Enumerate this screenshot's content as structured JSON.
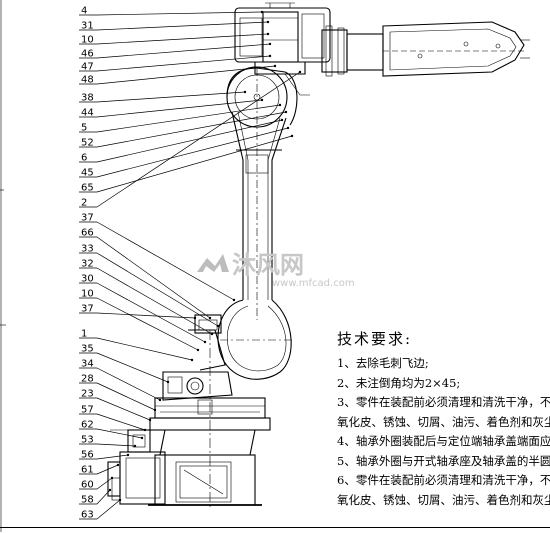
{
  "callouts": [
    "4",
    "31",
    "10",
    "46",
    "47",
    "48",
    "38",
    "44",
    "5",
    "52",
    "6",
    "45",
    "65",
    "2",
    "37",
    "66",
    "33",
    "32",
    "30",
    "10",
    "37",
    "1",
    "35",
    "34",
    "28",
    "23",
    "57",
    "62",
    "53",
    "56",
    "61",
    "60",
    "58",
    "63"
  ],
  "watermark": {
    "logo_text": "沐风网",
    "url": "www.mfcad.com"
  },
  "tech_notes": {
    "title": "技术要求:",
    "items": [
      "1、去除毛刺飞边;",
      "2、未注倒角均为2×45;",
      "3、零件在装配前必须清理和清洗干净，不",
      "氧化皮、锈蚀、切屑、油污、着色剂和灰尘",
      "4、轴承外圈装配后与定位端轴承盖端面应",
      "5、轴承外圈与开式轴承座及轴承盖的半圆",
      "6、零件在装配前必须清理和清洗干净，不",
      "氧化皮、锈蚀、切屑、油污、着色剂和灰尘"
    ]
  }
}
